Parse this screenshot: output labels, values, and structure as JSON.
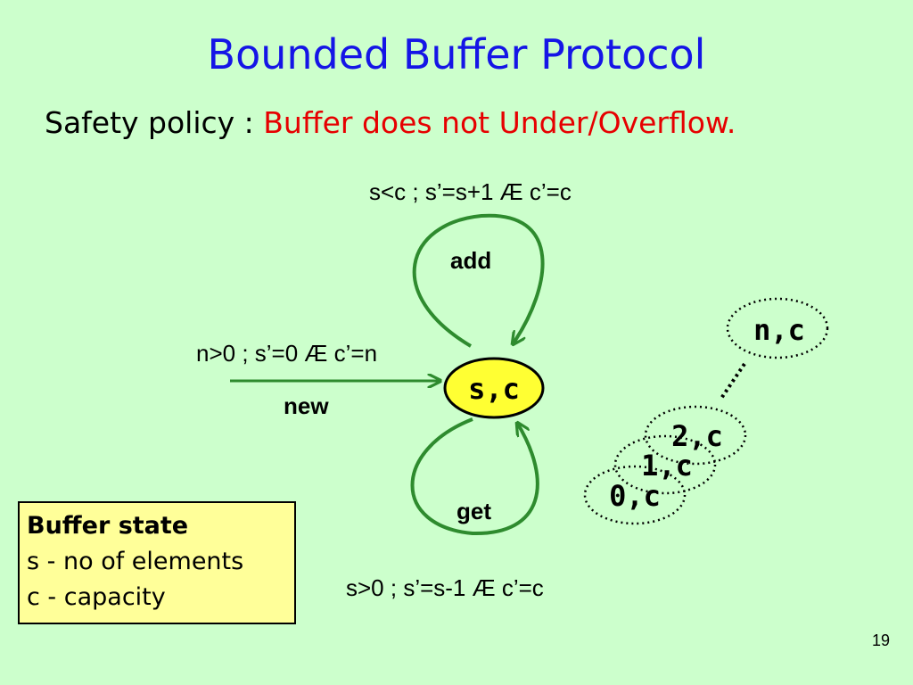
{
  "title": "Bounded Buffer Protocol",
  "subtitle": {
    "prefix": "Safety policy : ",
    "highlight": "Buffer does not Under/Overflow."
  },
  "transitions": {
    "add": {
      "label": "add",
      "guard": "s<c  ;  s’=s+1 Æ c’=c"
    },
    "new": {
      "label": "new",
      "guard": "n>0 ; s’=0 Æ c’=n"
    },
    "get": {
      "label": "get",
      "guard": "s>0  ;  s’=s-1 Æ c’=c"
    }
  },
  "states": {
    "current": "s,c",
    "n": "n,c",
    "two": "2,c",
    "one": "1,c",
    "zero": "0,c"
  },
  "legend": {
    "title": "Buffer state",
    "lines": [
      "s - no of elements",
      "c - capacity"
    ]
  },
  "page_number": "19",
  "colors": {
    "background": "#ccffcc",
    "title": "#1515e6",
    "highlight": "#e60000",
    "arrow": "#2e8b2e",
    "state_fill": "#ffff33",
    "legend_fill": "#ffff99"
  }
}
